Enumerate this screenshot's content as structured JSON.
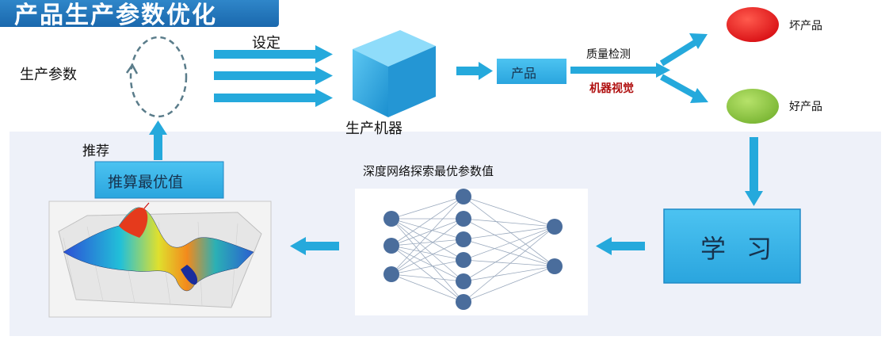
{
  "title": "产品生产参数优化",
  "labels": {
    "production_params": "生产参数",
    "setting": "设定",
    "machine": "生产机器",
    "product": "产品",
    "quality_check": "质量检测",
    "machine_vision": "机器视觉",
    "bad_product": "坏产品",
    "good_product": "好产品",
    "recommend": "推荐",
    "compute_optimal": "推算最优值",
    "deep_net": "深度网络探索最优参数值",
    "learn": "学 习"
  },
  "colors": {
    "title_bg": "#1a68ad",
    "arrow": "#25a9dc",
    "box_fill": "#39b5e9",
    "bad": "#e0151b",
    "good": "#8cc63f",
    "vision_text": "#b01010",
    "node": "#4a6d9c"
  },
  "icons": {
    "loop": "dashed-loop-icon",
    "machine": "cube-icon",
    "surface": "surface-plot-icon"
  }
}
